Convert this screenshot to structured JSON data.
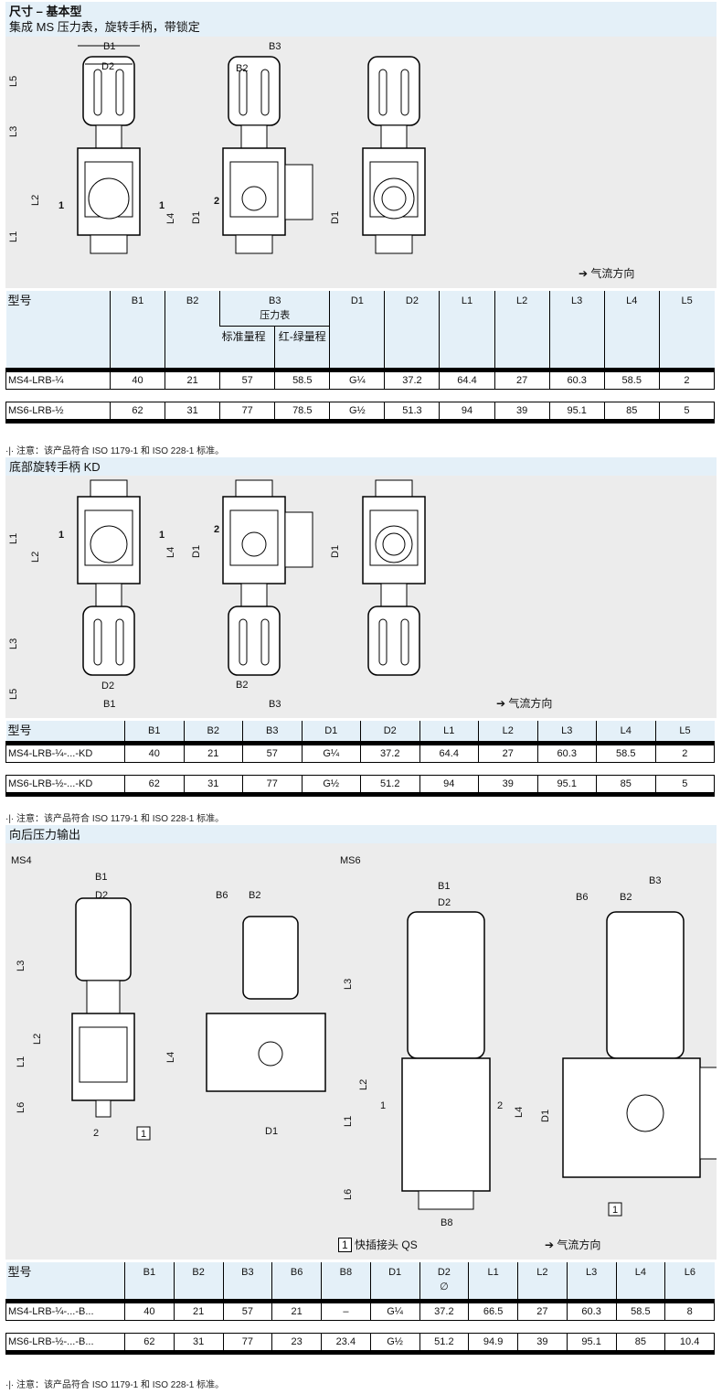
{
  "section1": {
    "title": "尺寸 – 基本型",
    "subtitle": "集成 MS 压力表，旋转手柄，带锁定",
    "flow_label": "气流方向",
    "table": {
      "headers": [
        "型号",
        "B1",
        "B2",
        "B3",
        "D1",
        "D2",
        "L1",
        "L2",
        "L3",
        "L4",
        "L5"
      ],
      "b3_group": "压力表",
      "b3_sub": [
        "标准量程",
        "红-绿量程"
      ],
      "rows": [
        [
          "MS4-LRB-¼",
          "40",
          "21",
          "57",
          "58.5",
          "G¼",
          "37.2",
          "64.4",
          "27",
          "60.3",
          "58.5",
          "2"
        ],
        [
          "MS6-LRB-½",
          "62",
          "31",
          "77",
          "78.5",
          "G½",
          "51.3",
          "94",
          "39",
          "95.1",
          "85",
          "5"
        ]
      ]
    },
    "note": "注意：该产品符合 ISO 1179-1 和 ISO 228-1 标准。"
  },
  "section2": {
    "title": "底部旋转手柄 KD",
    "flow_label": "气流方向",
    "table": {
      "headers": [
        "型号",
        "B1",
        "B2",
        "B3",
        "D1",
        "D2",
        "L1",
        "L2",
        "L3",
        "L4",
        "L5"
      ],
      "rows": [
        [
          "MS4-LRB-¼-...-KD",
          "40",
          "21",
          "57",
          "G¼",
          "37.2",
          "64.4",
          "27",
          "60.3",
          "58.5",
          "2"
        ],
        [
          "MS6-LRB-½-...-KD",
          "62",
          "31",
          "77",
          "G½",
          "51.2",
          "94",
          "39",
          "95.1",
          "85",
          "5"
        ]
      ]
    },
    "note": "注意：该产品符合 ISO 1179-1 和 ISO 228-1 标准。"
  },
  "section3": {
    "title": "向后压力输出",
    "ms4_label": "MS4",
    "ms6_label": "MS6",
    "legend_num": "1",
    "legend_text": "快插接头 QS",
    "flow_label": "气流方向",
    "table": {
      "headers": [
        "型号",
        "B1",
        "B2",
        "B3",
        "B6",
        "B8",
        "D1",
        "D2\n∅",
        "L1",
        "L2",
        "L3",
        "L4",
        "L6"
      ],
      "rows": [
        [
          "MS4-LRB-¼-...-B...",
          "40",
          "21",
          "57",
          "21",
          "–",
          "G¼",
          "37.2",
          "66.5",
          "27",
          "60.3",
          "58.5",
          "8"
        ],
        [
          "MS6-LRB-½-...-B...",
          "62",
          "31",
          "77",
          "23",
          "23.4",
          "G½",
          "51.2",
          "94.9",
          "39",
          "95.1",
          "85",
          "10.4"
        ]
      ]
    },
    "note": "注意：该产品符合 ISO 1179-1 和 ISO 228-1 标准。"
  },
  "dims": {
    "B1": "B1",
    "B2": "B2",
    "B3": "B3",
    "B6": "B6",
    "B8": "B8",
    "D1": "D1",
    "D2": "D2",
    "L1": "L1",
    "L2": "L2",
    "L3": "L3",
    "L4": "L4",
    "L5": "L5",
    "L6": "L6",
    "p1": "1",
    "p2": "2"
  }
}
